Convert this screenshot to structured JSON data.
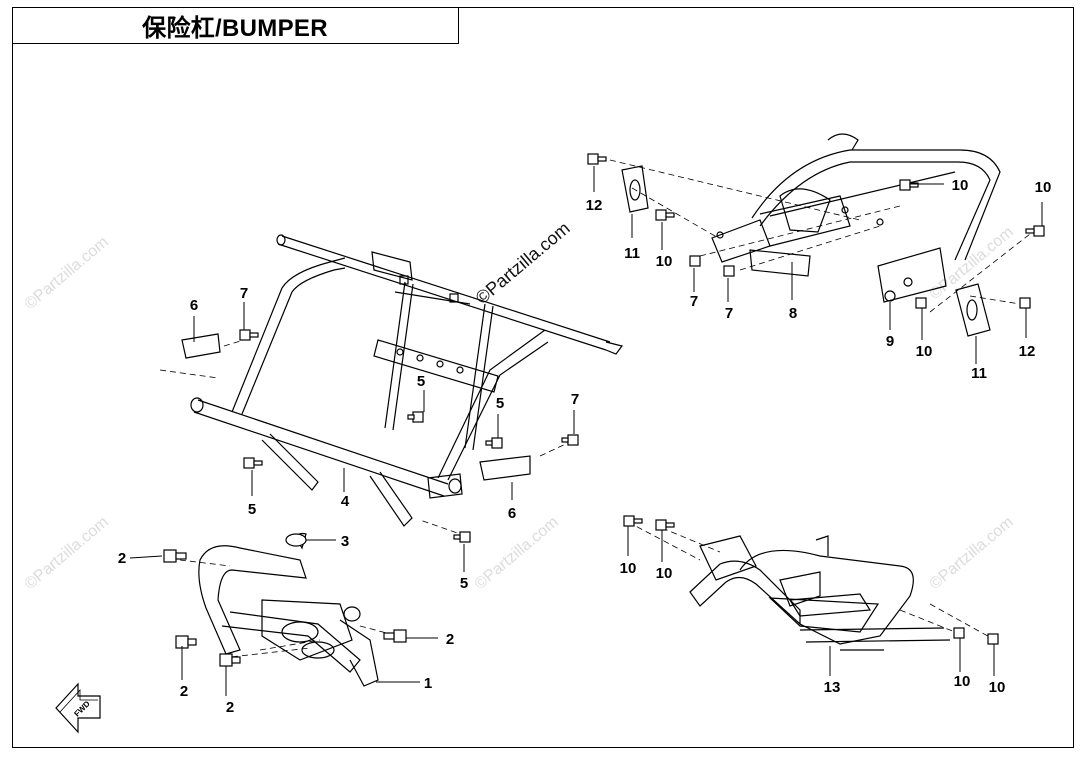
{
  "title": "保险杠/BUMPER",
  "watermark": "©Partzilla.com",
  "fwd_label": "FWD",
  "callouts": {
    "c2a": "2",
    "c2b": "2",
    "c2c": "2",
    "c2d": "2",
    "c1": "1",
    "c3": "3",
    "c4": "4",
    "c5a": "5",
    "c5b": "5",
    "c5c": "5",
    "c5d": "5",
    "c6a": "6",
    "c6b": "6",
    "c7a": "7",
    "c7b": "7",
    "c7c": "7",
    "c7d": "7",
    "c8": "8",
    "c9": "9",
    "c10a": "10",
    "c10b": "10",
    "c10c": "10",
    "c10d": "10",
    "c10e": "10",
    "c10f": "10",
    "c10g": "10",
    "c10h": "10",
    "c11a": "11",
    "c11b": "11",
    "c12a": "12",
    "c12b": "12",
    "c13": "13"
  }
}
